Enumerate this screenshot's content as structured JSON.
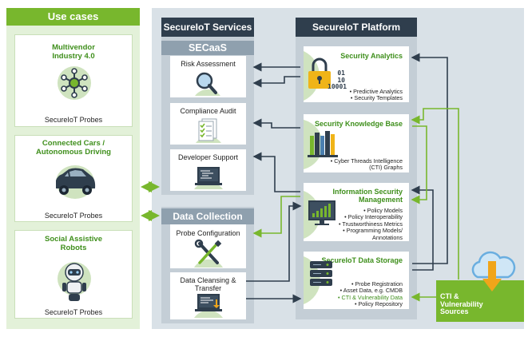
{
  "use_cases": {
    "header": "Use cases",
    "items": [
      {
        "title_line1": "Multivendor",
        "title_line2": "Industry 4.0",
        "probe": "SecureIoT Probes"
      },
      {
        "title_line1": "Connected Cars /",
        "title_line2": "Autonomous Driving",
        "probe": "SecureIoT Probes"
      },
      {
        "title_line1": "Social Assistive",
        "title_line2": "Robots",
        "probe": "SecureIoT Probes"
      }
    ]
  },
  "services": {
    "header": "SecureIoT Services",
    "secaas": {
      "header": "SECaaS",
      "items": [
        {
          "label": "Risk Assessment"
        },
        {
          "label": "Compliance Audit"
        },
        {
          "label": "Developer Support"
        }
      ]
    },
    "data_collection": {
      "header": "Data Collection",
      "items": [
        {
          "label_line1": "Probe  Configuration",
          "label_line2": ""
        },
        {
          "label_line1": "Data Cleansing &",
          "label_line2": "Transfer"
        }
      ]
    }
  },
  "platform": {
    "header": "SecureIoT Platform",
    "analytics": {
      "title": "Security Analytics",
      "binary_line1": "01",
      "binary_line2": "10",
      "binary_line3": "10001",
      "items": [
        "• Predictive Analytics",
        "• Security Templates"
      ]
    },
    "knowledge": {
      "title": "Security Knowledge Base",
      "items": [
        "• Cyber Threads Intelligence",
        "(CTI) Graphs"
      ]
    },
    "info_mgmt": {
      "title_line1": "Information Security",
      "title_line2": "Management",
      "items": [
        "• Policy Models",
        "• Policy Interoperability",
        "• Trustworthiness Metrics",
        "• Programming Models/",
        "Annotations"
      ]
    },
    "storage": {
      "title": "SecureIoT Data Storage",
      "items": [
        "• Probe Registration",
        "• Asset Data, e.g. CMDB",
        "• CTI & Vulnerability Data",
        "• Policy Repository"
      ]
    }
  },
  "cti": {
    "label_line1": "CTI &",
    "label_line2": "Vulnerability",
    "label_line3": "Sources"
  },
  "colors": {
    "green": "#78b72d",
    "dark_green": "#3f8f1c",
    "navy": "#2f3e4d",
    "grey": "#8fa0ae"
  }
}
